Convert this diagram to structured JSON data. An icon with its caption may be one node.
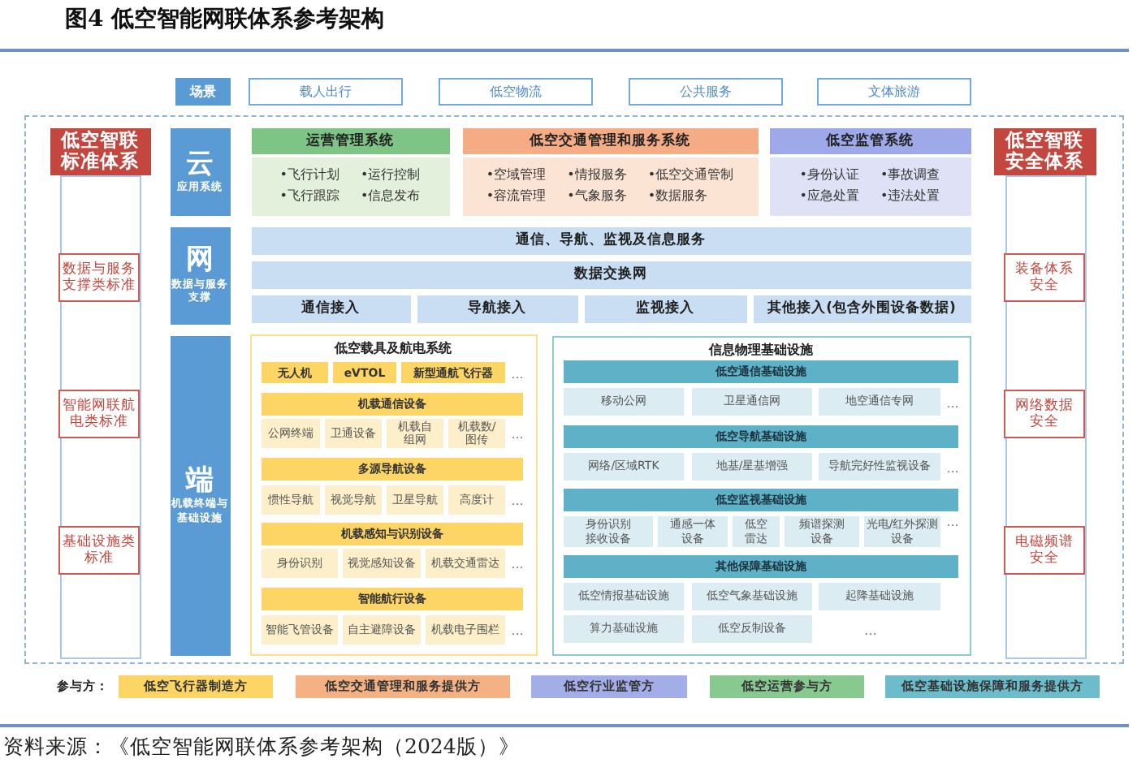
{
  "diagram": {
    "title": "图4 低空智能网联体系参考架构",
    "caption": "资料来源：《低空智能网联体系参考架构（2024版）》",
    "nodes": [
      {
        "text": [
          "场景"
        ]
      },
      {
        "text": [
          "载人出行"
        ]
      },
      {
        "text": [
          "低空物流"
        ]
      },
      {
        "text": [
          "公共服务"
        ]
      },
      {
        "text": [
          "文体旅游"
        ]
      },
      {
        "text": [],
        "shape": "box"
      },
      {
        "text": [
          "低空智联标准体系"
        ],
        "in": 5
      },
      {
        "text": [],
        "shape": "box",
        "in": 5
      },
      {
        "text": [
          "数据与服务支撑类标准"
        ],
        "in": 7
      },
      {
        "text": [
          "智能网联航电类标准"
        ],
        "in": 7
      },
      {
        "text": [
          "基础设施类标准"
        ],
        "in": 7
      },
      {
        "text": [
          "云",
          "应用系统"
        ],
        "in": 5
      },
      {
        "text": [
          "运营管理系统",
          "•飞行计划",
          "•运行控制",
          "•飞行跟踪",
          "•信息发布"
        ],
        "in": 5
      },
      {
        "text": [
          "低空交通管理和服务系统",
          "•空域管理",
          "•情报服务",
          "•低空交通管制",
          "•容流管理",
          "•气象服务",
          "•数据服务"
        ],
        "in": 5
      },
      {
        "text": [
          "低空监管系统",
          "•身份认证",
          "•事故调查",
          "•应急处置",
          "•违法处置"
        ],
        "in": 5
      },
      {
        "text": [
          "网",
          "数据与服务支撑"
        ],
        "in": 5
      },
      {
        "text": [
          "通信、导航、监视及信息服务"
        ],
        "in": 5
      },
      {
        "text": [
          "数据交换网"
        ],
        "in": 5
      },
      {
        "text": [
          "通信接入"
        ],
        "in": 5
      },
      {
        "text": [
          "导航接入"
        ],
        "in": 5
      },
      {
        "text": [
          "监视接入"
        ],
        "in": 5
      },
      {
        "text": [
          "其他接入(包含外围设备数据)"
        ],
        "in": 5
      },
      {
        "text": [
          "端",
          "机载终端与基础设施"
        ],
        "in": 5
      },
      {
        "text": [
          "低空载具及航电系统"
        ],
        "in": 5
      },
      {
        "text": [
          "无人机"
        ],
        "in": 23
      },
      {
        "text": [
          "eVTOL"
        ],
        "in": 23
      },
      {
        "text": [
          "新型通航飞行器"
        ],
        "in": 23
      },
      {
        "text": [
          "机载通信设备"
        ],
        "in": 23
      },
      {
        "text": [
          "公网终端"
        ],
        "in": 23
      },
      {
        "text": [
          "卫通设备"
        ],
        "in": 23
      },
      {
        "text": [
          "机载自组网"
        ],
        "in": 23
      },
      {
        "text": [
          "机载数/图传"
        ],
        "in": 23
      },
      {
        "text": [
          "多源导航设备"
        ],
        "in": 23
      },
      {
        "text": [
          "惯性导航"
        ],
        "in": 23
      },
      {
        "text": [
          "视觉导航"
        ],
        "in": 23
      },
      {
        "text": [
          "卫星导航"
        ],
        "in": 23
      },
      {
        "text": [
          "高度计"
        ],
        "in": 23
      },
      {
        "text": [
          "机载感知与识别设备"
        ],
        "in": 23
      },
      {
        "text": [
          "身份识别"
        ],
        "in": 23
      },
      {
        "text": [
          "视觉感知设备"
        ],
        "in": 23
      },
      {
        "text": [
          "机载交通雷达"
        ],
        "in": 23
      },
      {
        "text": [
          "智能航行设备"
        ],
        "in": 23
      },
      {
        "text": [
          "智能飞管设备"
        ],
        "in": 23
      },
      {
        "text": [
          "自主避障设备"
        ],
        "in": 23
      },
      {
        "text": [
          "机载电子围栏"
        ],
        "in": 23
      },
      {
        "text": [
          "信息物理基础设施"
        ],
        "in": 5
      },
      {
        "text": [
          "低空通信基础设施"
        ],
        "in": 45
      },
      {
        "text": [
          "移动公网"
        ],
        "in": 45
      },
      {
        "text": [
          "卫星通信网"
        ],
        "in": 45
      },
      {
        "text": [
          "地空通信专网"
        ],
        "in": 45
      },
      {
        "text": [
          "低空导航基础设施"
        ],
        "in": 45
      },
      {
        "text": [
          "网络/区域RTK"
        ],
        "in": 45
      },
      {
        "text": [
          "地基/星基增强"
        ],
        "in": 45
      },
      {
        "text": [
          "导航完好性监视设备"
        ],
        "in": 45
      },
      {
        "text": [
          "低空监视基础设施"
        ],
        "in": 45
      },
      {
        "text": [
          "身份识别接收设备"
        ],
        "in": 45
      },
      {
        "text": [
          "通感一体设备"
        ],
        "in": 45
      },
      {
        "text": [
          "低空雷达"
        ],
        "in": 45
      },
      {
        "text": [
          "频谱探测设备"
        ],
        "in": 45
      },
      {
        "text": [
          "光电/红外探测设备"
        ],
        "in": 45
      },
      {
        "text": [
          "其他保障基础设施"
        ],
        "in": 45
      },
      {
        "text": [
          "低空情报基础设施"
        ],
        "in": 45
      },
      {
        "text": [
          "低空气象基础设施"
        ],
        "in": 45
      },
      {
        "text": [
          "起降基础设施"
        ],
        "in": 45
      },
      {
        "text": [
          "算力基础设施"
        ],
        "in": 45
      },
      {
        "text": [
          "低空反制设备"
        ],
        "in": 45
      },
      {
        "text": [
          "低空智联安全体系"
        ],
        "in": 5
      },
      {
        "text": [],
        "shape": "box",
        "in": 5
      },
      {
        "text": [
          "装备体系安全"
        ],
        "in": 67
      },
      {
        "text": [
          "网络数据安全"
        ],
        "in": 67
      },
      {
        "text": [
          "电磁频谱安全"
        ],
        "in": 67
      }
    ],
    "labels": [
      "…",
      "…",
      "…",
      "…",
      "…",
      "…",
      "…",
      "…",
      "…",
      "参与方："
    ],
    "legend": [
      {
        "text": "低空飞行器制造方",
        "color": "#fcd564"
      },
      {
        "text": "低空交通管理和服务提供方",
        "color": "#f4b183"
      },
      {
        "text": "低空行业监管方",
        "color": "#a3ade8"
      },
      {
        "text": "低空运营参与方",
        "color": "#88c98f"
      },
      {
        "text": "低空基础设施保障和服务提供方",
        "color": "#6cbccb"
      }
    ]
  }
}
